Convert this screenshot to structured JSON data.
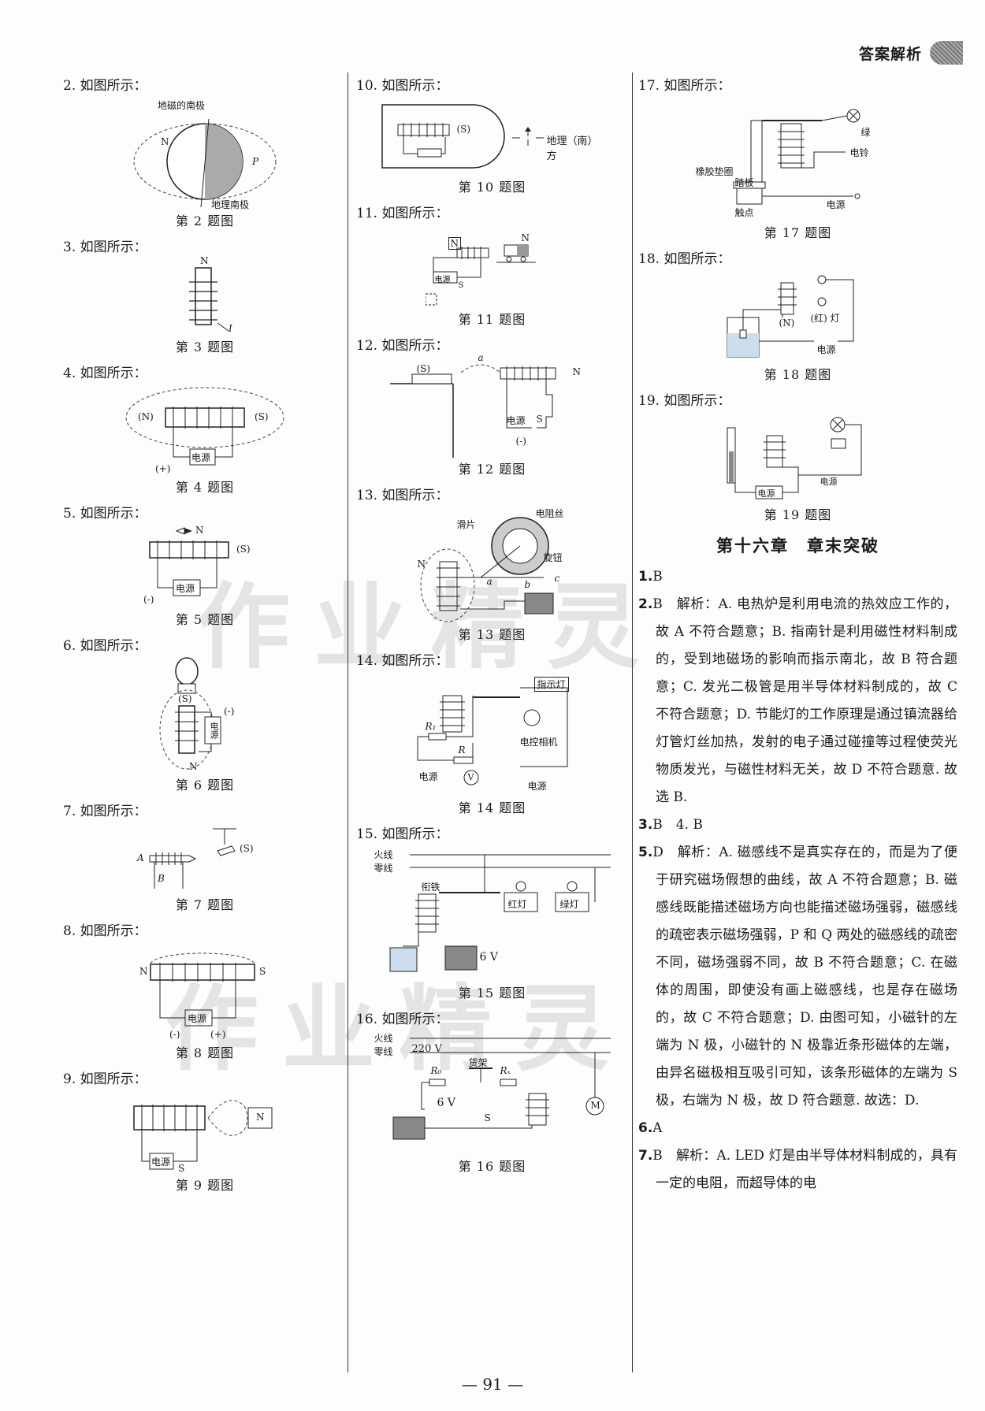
{
  "header": {
    "title": "答案解析"
  },
  "page_number": "— 91 —",
  "watermark": "作业精灵",
  "col1": [
    {
      "q": "2. 如图所示：",
      "cap": "第 2 题图",
      "labels": [
        "地磁的南极",
        "N",
        "P",
        "地理南极"
      ]
    },
    {
      "q": "3. 如图所示：",
      "cap": "第 3 题图",
      "labels": [
        "N",
        "I"
      ]
    },
    {
      "q": "4. 如图所示：",
      "cap": "第 4 题图",
      "labels": [
        "(N)",
        "(S)",
        "电源",
        "(+)"
      ]
    },
    {
      "q": "5. 如图所示：",
      "cap": "第 5 题图",
      "labels": [
        "N",
        "(S)",
        "电源",
        "(-)"
      ]
    },
    {
      "q": "6. 如图所示：",
      "cap": "第 6 题图",
      "labels": [
        "(S)",
        "(-)",
        "电源",
        "N"
      ]
    },
    {
      "q": "7. 如图所示：",
      "cap": "第 7 题图",
      "labels": [
        "A",
        "B",
        "(S)"
      ]
    },
    {
      "q": "8. 如图所示：",
      "cap": "第 8 题图",
      "labels": [
        "N",
        "S",
        "电源",
        "(-)",
        "(+)"
      ]
    },
    {
      "q": "9. 如图所示：",
      "cap": "第 9 题图",
      "labels": [
        "N",
        "电源",
        "S"
      ]
    }
  ],
  "col2": [
    {
      "q": "10. 如图所示：",
      "cap": "第 10 题图",
      "labels": [
        "(S)",
        "地理（南）方"
      ]
    },
    {
      "q": "11. 如图所示：",
      "cap": "第 11 题图",
      "labels": [
        "N",
        "N",
        "电源",
        "S"
      ]
    },
    {
      "q": "12. 如图所示：",
      "cap": "第 12 题图",
      "labels": [
        "(S)",
        "a",
        "N",
        "电源",
        "S",
        "(-)"
      ]
    },
    {
      "q": "13. 如图所示：",
      "cap": "第 13 题图",
      "labels": [
        "电阻丝",
        "滑片",
        "旋钮",
        "N",
        "a",
        "b",
        "c"
      ]
    },
    {
      "q": "14. 如图所示：",
      "cap": "第 14 题图",
      "labels": [
        "指示灯",
        "R₁",
        "R",
        "电控相机",
        "电源",
        "电源",
        "V"
      ]
    },
    {
      "q": "15. 如图所示：",
      "cap": "第 15 题图",
      "labels": [
        "火线",
        "零线",
        "衔铁",
        "红灯",
        "绿灯",
        "6 V"
      ]
    },
    {
      "q": "16. 如图所示：",
      "cap": "第 16 题图",
      "labels": [
        "火线",
        "零线",
        "220 V",
        "货架",
        "R₀",
        "Rₓ",
        "6 V",
        "S",
        "M"
      ]
    }
  ],
  "col3": [
    {
      "q": "17. 如图所示：",
      "cap": "第 17 题图",
      "labels": [
        "橡胶垫圈",
        "踏板",
        "触点",
        "绿",
        "电铃",
        "电源"
      ]
    },
    {
      "q": "18. 如图所示：",
      "cap": "第 18 题图",
      "labels": [
        "(N)",
        "(红) 灯",
        "电源"
      ]
    },
    {
      "q": "19. 如图所示：",
      "cap": "第 19 题图",
      "labels": [
        "电源",
        "电源"
      ]
    }
  ],
  "chapter_title": "第十六章　章末突破",
  "answers": [
    {
      "n": "1.",
      "text": "B"
    },
    {
      "n": "2.",
      "text": "B　解析：A. 电热炉是利用电流的热效应工作的，故 A 不符合题意；B. 指南针是利用磁性材料制成的，受到地磁场的影响而指示南北，故 B 符合题意；C. 发光二极管是用半导体材料制成的，故 C 不符合题意；D. 节能灯的工作原理是通过镇流器给灯管灯丝加热，发射的电子通过碰撞等过程使荧光物质发光，与磁性材料无关，故 D 不符合题意. 故选 B."
    },
    {
      "n": "3.",
      "text": "B　4. B"
    },
    {
      "n": "5.",
      "text": "D　解析：A. 磁感线不是真实存在的，而是为了便于研究磁场假想的曲线，故 A 不符合题意；B. 磁感线既能描述磁场方向也能描述磁场强弱，磁感线的疏密表示磁场强弱，P 和 Q 两处的磁感线的疏密不同，磁场强弱不同，故 B 不符合题意；C. 在磁体的周围，即使没有画上磁感线，也是存在磁场的，故 C 不符合题意；D. 由图可知，小磁针的左端为 N 极，小磁针的 N 极靠近条形磁体的左端，由异名磁极相互吸引可知，该条形磁体的左端为 S 极，右端为 N 极，故 D 符合题意. 故选：D."
    },
    {
      "n": "6.",
      "text": "A"
    },
    {
      "n": "7.",
      "text": "B　解析：A. LED 灯是由半导体材料制成的，具有一定的电阻，而超导体的电"
    }
  ]
}
